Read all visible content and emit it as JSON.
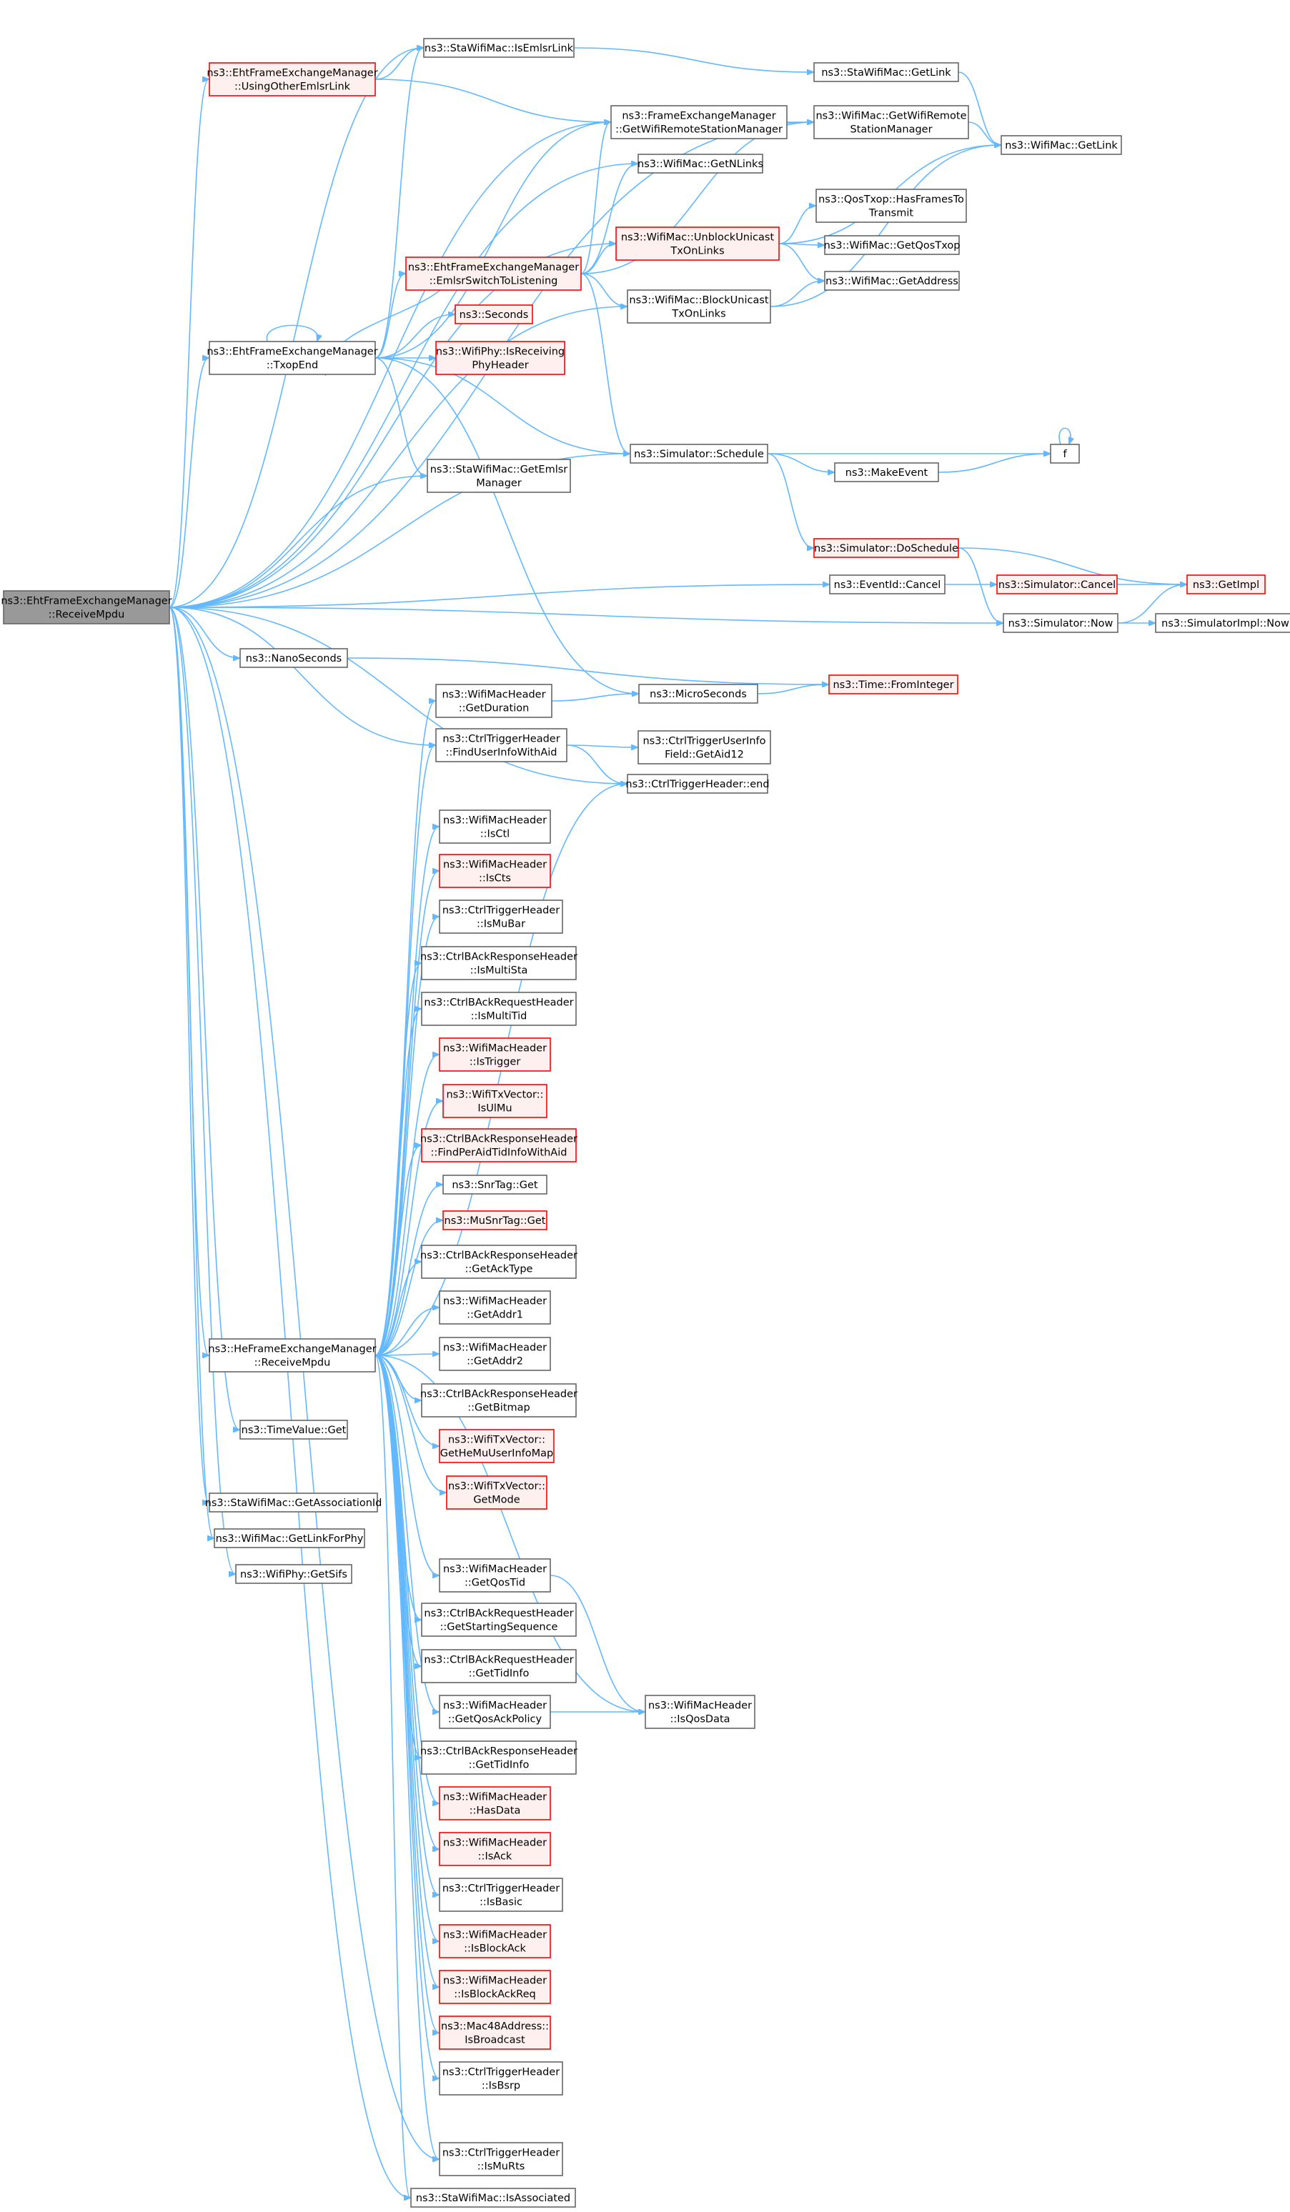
{
  "colors": {
    "edge": "#63b8ff",
    "node_border": "#666666",
    "node_fill": "#ffffff",
    "node_incomplete_border": "#ff0000",
    "node_incomplete_fill": "#fff0f0",
    "root_fill": "#999999",
    "root_border": "#666666"
  },
  "nodes": [
    {
      "id": "root",
      "lines": [
        "ns3::EhtFrameExchangeManager",
        "::ReceiveMpdu"
      ],
      "style": "root"
    },
    {
      "id": "isEmlsrLink",
      "lines": [
        "ns3::StaWifiMac::IsEmlsrLink"
      ],
      "style": "normal"
    },
    {
      "id": "usingOther",
      "lines": [
        "ns3::EhtFrameExchangeManager",
        "::UsingOtherEmlsrLink"
      ],
      "style": "red"
    },
    {
      "id": "getRSM",
      "lines": [
        "ns3::FrameExchangeManager",
        "::GetWifiRemoteStationManager"
      ],
      "style": "normal"
    },
    {
      "id": "getNLinks",
      "lines": [
        "ns3::WifiMac::GetNLinks"
      ],
      "style": "normal"
    },
    {
      "id": "unblock",
      "lines": [
        "ns3::WifiMac::UnblockUnicast",
        "TxOnLinks"
      ],
      "style": "red"
    },
    {
      "id": "emlsrSwitch",
      "lines": [
        "ns3::EhtFrameExchangeManager",
        "::EmlsrSwitchToListening"
      ],
      "style": "red"
    },
    {
      "id": "block",
      "lines": [
        "ns3::WifiMac::BlockUnicast",
        "TxOnLinks"
      ],
      "style": "normal"
    },
    {
      "id": "seconds",
      "lines": [
        "ns3::Seconds"
      ],
      "style": "red"
    },
    {
      "id": "txopEnd",
      "lines": [
        "ns3::EhtFrameExchangeManager",
        "::TxopEnd"
      ],
      "style": "normal"
    },
    {
      "id": "isRecvPhy",
      "lines": [
        "ns3::WifiPhy::IsReceiving",
        "PhyHeader"
      ],
      "style": "red"
    },
    {
      "id": "schedule",
      "lines": [
        "ns3::Simulator::Schedule"
      ],
      "style": "normal"
    },
    {
      "id": "getEmlsrMgr",
      "lines": [
        "ns3::StaWifiMac::GetEmlsr",
        "Manager"
      ],
      "style": "normal"
    },
    {
      "id": "staGetLink",
      "lines": [
        "ns3::StaWifiMac::GetLink"
      ],
      "style": "normal"
    },
    {
      "id": "macGetRSM",
      "lines": [
        "ns3::WifiMac::GetWifiRemote",
        "StationManager"
      ],
      "style": "normal"
    },
    {
      "id": "macGetLink",
      "lines": [
        "ns3::WifiMac::GetLink"
      ],
      "style": "normal"
    },
    {
      "id": "qosHasFrames",
      "lines": [
        "ns3::QosTxop::HasFramesTo",
        "Transmit"
      ],
      "style": "normal"
    },
    {
      "id": "getQosTxop",
      "lines": [
        "ns3::WifiMac::GetQosTxop"
      ],
      "style": "normal"
    },
    {
      "id": "getAddress",
      "lines": [
        "ns3::WifiMac::GetAddress"
      ],
      "style": "normal"
    },
    {
      "id": "makeEvent",
      "lines": [
        "ns3::MakeEvent"
      ],
      "style": "normal"
    },
    {
      "id": "f",
      "lines": [
        "f"
      ],
      "style": "normal"
    },
    {
      "id": "doSchedule",
      "lines": [
        "ns3::Simulator::DoSchedule"
      ],
      "style": "red"
    },
    {
      "id": "eventCancel",
      "lines": [
        "ns3::EventId::Cancel"
      ],
      "style": "normal"
    },
    {
      "id": "simCancel",
      "lines": [
        "ns3::Simulator::Cancel"
      ],
      "style": "red"
    },
    {
      "id": "getImpl",
      "lines": [
        "ns3::GetImpl"
      ],
      "style": "red"
    },
    {
      "id": "simNow",
      "lines": [
        "ns3::Simulator::Now"
      ],
      "style": "normal"
    },
    {
      "id": "implNow",
      "lines": [
        "ns3::SimulatorImpl::Now"
      ],
      "style": "normal"
    },
    {
      "id": "nanoSeconds",
      "lines": [
        "ns3::NanoSeconds"
      ],
      "style": "normal"
    },
    {
      "id": "fromInteger",
      "lines": [
        "ns3::Time::FromInteger"
      ],
      "style": "red"
    },
    {
      "id": "microSeconds",
      "lines": [
        "ns3::MicroSeconds"
      ],
      "style": "normal"
    },
    {
      "id": "getDuration",
      "lines": [
        "ns3::WifiMacHeader",
        "::GetDuration"
      ],
      "style": "normal"
    },
    {
      "id": "findUserInfo",
      "lines": [
        "ns3::CtrlTriggerHeader",
        "::FindUserInfoWithAid"
      ],
      "style": "normal"
    },
    {
      "id": "getAid12",
      "lines": [
        "ns3::CtrlTriggerUserInfo",
        "Field::GetAid12"
      ],
      "style": "normal"
    },
    {
      "id": "trigEnd",
      "lines": [
        "ns3::CtrlTriggerHeader::end"
      ],
      "style": "normal"
    },
    {
      "id": "isCtl",
      "lines": [
        "ns3::WifiMacHeader",
        "::IsCtl"
      ],
      "style": "normal"
    },
    {
      "id": "isCts",
      "lines": [
        "ns3::WifiMacHeader",
        "::IsCts"
      ],
      "style": "red"
    },
    {
      "id": "isMuBar",
      "lines": [
        "ns3::CtrlTriggerHeader",
        "::IsMuBar"
      ],
      "style": "normal"
    },
    {
      "id": "isMultiSta",
      "lines": [
        "ns3::CtrlBAckResponseHeader",
        "::IsMultiSta"
      ],
      "style": "normal"
    },
    {
      "id": "isMultiTid",
      "lines": [
        "ns3::CtrlBAckRequestHeader",
        "::IsMultiTid"
      ],
      "style": "normal"
    },
    {
      "id": "isTrigger",
      "lines": [
        "ns3::WifiMacHeader",
        "::IsTrigger"
      ],
      "style": "red"
    },
    {
      "id": "isUlMu",
      "lines": [
        "ns3::WifiTxVector::",
        "IsUlMu"
      ],
      "style": "red"
    },
    {
      "id": "findPerAid",
      "lines": [
        "ns3::CtrlBAckResponseHeader",
        "::FindPerAidTidInfoWithAid"
      ],
      "style": "red"
    },
    {
      "id": "snrGet",
      "lines": [
        "ns3::SnrTag::Get"
      ],
      "style": "normal"
    },
    {
      "id": "muSnrGet",
      "lines": [
        "ns3::MuSnrTag::Get"
      ],
      "style": "red"
    },
    {
      "id": "getAckType",
      "lines": [
        "ns3::CtrlBAckResponseHeader",
        "::GetAckType"
      ],
      "style": "normal"
    },
    {
      "id": "getAddr1",
      "lines": [
        "ns3::WifiMacHeader",
        "::GetAddr1"
      ],
      "style": "normal"
    },
    {
      "id": "heRecv",
      "lines": [
        "ns3::HeFrameExchangeManager",
        "::ReceiveMpdu"
      ],
      "style": "normal"
    },
    {
      "id": "getAddr2",
      "lines": [
        "ns3::WifiMacHeader",
        "::GetAddr2"
      ],
      "style": "normal"
    },
    {
      "id": "getBitmap",
      "lines": [
        "ns3::CtrlBAckResponseHeader",
        "::GetBitmap"
      ],
      "style": "normal"
    },
    {
      "id": "timeValueGet",
      "lines": [
        "ns3::TimeValue::Get"
      ],
      "style": "normal"
    },
    {
      "id": "getHeMu",
      "lines": [
        "ns3::WifiTxVector::",
        "GetHeMuUserInfoMap"
      ],
      "style": "red"
    },
    {
      "id": "getMode",
      "lines": [
        "ns3::WifiTxVector::",
        "GetMode"
      ],
      "style": "red"
    },
    {
      "id": "getAssocId",
      "lines": [
        "ns3::StaWifiMac::GetAssociationId"
      ],
      "style": "normal"
    },
    {
      "id": "getLinkForPhy",
      "lines": [
        "ns3::WifiMac::GetLinkForPhy"
      ],
      "style": "normal"
    },
    {
      "id": "getQosTid",
      "lines": [
        "ns3::WifiMacHeader",
        "::GetQosTid"
      ],
      "style": "normal"
    },
    {
      "id": "getSifs",
      "lines": [
        "ns3::WifiPhy::GetSifs"
      ],
      "style": "normal"
    },
    {
      "id": "getStartSeq",
      "lines": [
        "ns3::CtrlBAckRequestHeader",
        "::GetStartingSequence"
      ],
      "style": "normal"
    },
    {
      "id": "reqGetTidInfo",
      "lines": [
        "ns3::CtrlBAckRequestHeader",
        "::GetTidInfo"
      ],
      "style": "normal"
    },
    {
      "id": "getQosAck",
      "lines": [
        "ns3::WifiMacHeader",
        "::GetQosAckPolicy"
      ],
      "style": "normal"
    },
    {
      "id": "isQosData",
      "lines": [
        "ns3::WifiMacHeader",
        "::IsQosData"
      ],
      "style": "normal"
    },
    {
      "id": "respGetTidInfo",
      "lines": [
        "ns3::CtrlBAckResponseHeader",
        "::GetTidInfo"
      ],
      "style": "normal"
    },
    {
      "id": "hasData",
      "lines": [
        "ns3::WifiMacHeader",
        "::HasData"
      ],
      "style": "red"
    },
    {
      "id": "isAck",
      "lines": [
        "ns3::WifiMacHeader",
        "::IsAck"
      ],
      "style": "red"
    },
    {
      "id": "isBasic",
      "lines": [
        "ns3::CtrlTriggerHeader",
        "::IsBasic"
      ],
      "style": "normal"
    },
    {
      "id": "isBlockAck",
      "lines": [
        "ns3::WifiMacHeader",
        "::IsBlockAck"
      ],
      "style": "red"
    },
    {
      "id": "isBlockAckReq",
      "lines": [
        "ns3::WifiMacHeader",
        "::IsBlockAckReq"
      ],
      "style": "red"
    },
    {
      "id": "isBroadcast",
      "lines": [
        "ns3::Mac48Address::",
        "IsBroadcast"
      ],
      "style": "red"
    },
    {
      "id": "isBsrp",
      "lines": [
        "ns3::CtrlTriggerHeader",
        "::IsBsrp"
      ],
      "style": "normal"
    },
    {
      "id": "isMuRts",
      "lines": [
        "ns3::CtrlTriggerHeader",
        "::IsMuRts"
      ],
      "style": "normal"
    },
    {
      "id": "isAssociated",
      "lines": [
        "ns3::StaWifiMac::IsAssociated"
      ],
      "style": "normal"
    }
  ],
  "edges": [
    [
      "root",
      "isEmlsrLink"
    ],
    [
      "root",
      "usingOther"
    ],
    [
      "root",
      "getRSM"
    ],
    [
      "root",
      "getNLinks"
    ],
    [
      "root",
      "unblock"
    ],
    [
      "root",
      "macGetRSM"
    ],
    [
      "root",
      "txopEnd"
    ],
    [
      "root",
      "getEmlsrMgr"
    ],
    [
      "root",
      "block"
    ],
    [
      "root",
      "schedule"
    ],
    [
      "root",
      "eventCancel"
    ],
    [
      "root",
      "simNow"
    ],
    [
      "root",
      "nanoSeconds"
    ],
    [
      "root",
      "findUserInfo"
    ],
    [
      "root",
      "trigEnd"
    ],
    [
      "root",
      "heRecv"
    ],
    [
      "root",
      "timeValueGet"
    ],
    [
      "root",
      "getAssocId"
    ],
    [
      "root",
      "getLinkForPhy"
    ],
    [
      "root",
      "getSifs"
    ],
    [
      "root",
      "isAssociated"
    ],
    [
      "root",
      "isMuRts"
    ],
    [
      "usingOther",
      "isEmlsrLink"
    ],
    [
      "usingOther",
      "getRSM"
    ],
    [
      "isEmlsrLink",
      "staGetLink"
    ],
    [
      "staGetLink",
      "macGetLink"
    ],
    [
      "getRSM",
      "macGetRSM"
    ],
    [
      "macGetRSM",
      "macGetLink"
    ],
    [
      "emlsrSwitch",
      "getRSM"
    ],
    [
      "emlsrSwitch",
      "getNLinks"
    ],
    [
      "emlsrSwitch",
      "unblock"
    ],
    [
      "emlsrSwitch",
      "block"
    ],
    [
      "emlsrSwitch",
      "schedule"
    ],
    [
      "emlsrSwitch",
      "macGetRSM"
    ],
    [
      "emlsrSwitch",
      "txopEnd"
    ],
    [
      "unblock",
      "macGetLink"
    ],
    [
      "unblock",
      "qosHasFrames"
    ],
    [
      "unblock",
      "getQosTxop"
    ],
    [
      "unblock",
      "getAddress"
    ],
    [
      "block",
      "getAddress"
    ],
    [
      "block",
      "macGetLink"
    ],
    [
      "txopEnd",
      "txopEnd"
    ],
    [
      "txopEnd",
      "emlsrSwitch"
    ],
    [
      "txopEnd",
      "seconds"
    ],
    [
      "txopEnd",
      "isRecvPhy"
    ],
    [
      "txopEnd",
      "schedule"
    ],
    [
      "txopEnd",
      "getEmlsrMgr"
    ],
    [
      "txopEnd",
      "isEmlsrLink"
    ],
    [
      "txopEnd",
      "getRSM"
    ],
    [
      "txopEnd",
      "microSeconds"
    ],
    [
      "schedule",
      "f"
    ],
    [
      "schedule",
      "makeEvent"
    ],
    [
      "schedule",
      "doSchedule"
    ],
    [
      "makeEvent",
      "f"
    ],
    [
      "f",
      "f"
    ],
    [
      "doSchedule",
      "getImpl"
    ],
    [
      "doSchedule",
      "simNow"
    ],
    [
      "eventCancel",
      "simCancel"
    ],
    [
      "simCancel",
      "getImpl"
    ],
    [
      "simNow",
      "getImpl"
    ],
    [
      "simNow",
      "implNow"
    ],
    [
      "nanoSeconds",
      "fromInteger"
    ],
    [
      "microSeconds",
      "fromInteger"
    ],
    [
      "getDuration",
      "microSeconds"
    ],
    [
      "findUserInfo",
      "getAid12"
    ],
    [
      "findUserInfo",
      "trigEnd"
    ],
    [
      "heRecv",
      "getDuration"
    ],
    [
      "heRecv",
      "findUserInfo"
    ],
    [
      "heRecv",
      "isCtl"
    ],
    [
      "heRecv",
      "isCts"
    ],
    [
      "heRecv",
      "isMuBar"
    ],
    [
      "heRecv",
      "isMultiSta"
    ],
    [
      "heRecv",
      "isMultiTid"
    ],
    [
      "heRecv",
      "isTrigger"
    ],
    [
      "heRecv",
      "isUlMu"
    ],
    [
      "heRecv",
      "findPerAid"
    ],
    [
      "heRecv",
      "snrGet"
    ],
    [
      "heRecv",
      "muSnrGet"
    ],
    [
      "heRecv",
      "getAckType"
    ],
    [
      "heRecv",
      "getAddr1"
    ],
    [
      "heRecv",
      "getAddr2"
    ],
    [
      "heRecv",
      "getBitmap"
    ],
    [
      "heRecv",
      "getHeMu"
    ],
    [
      "heRecv",
      "getMode"
    ],
    [
      "heRecv",
      "trigEnd"
    ],
    [
      "heRecv",
      "getQosTid"
    ],
    [
      "heRecv",
      "getStartSeq"
    ],
    [
      "heRecv",
      "reqGetTidInfo"
    ],
    [
      "heRecv",
      "getQosAck"
    ],
    [
      "heRecv",
      "respGetTidInfo"
    ],
    [
      "heRecv",
      "hasData"
    ],
    [
      "heRecv",
      "isAck"
    ],
    [
      "heRecv",
      "isBasic"
    ],
    [
      "heRecv",
      "isBlockAck"
    ],
    [
      "heRecv",
      "isBlockAckReq"
    ],
    [
      "heRecv",
      "isBroadcast"
    ],
    [
      "heRecv",
      "isBsrp"
    ],
    [
      "heRecv",
      "isMuRts"
    ],
    [
      "heRecv",
      "isAssociated"
    ],
    [
      "heRecv",
      "isQosData"
    ],
    [
      "getQosTid",
      "isQosData"
    ],
    [
      "getQosAck",
      "isQosData"
    ]
  ]
}
